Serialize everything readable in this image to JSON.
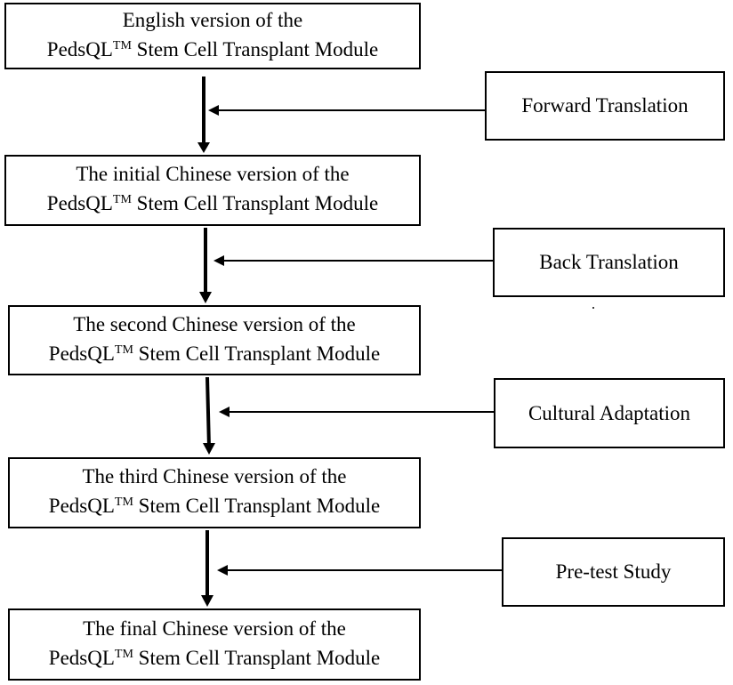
{
  "steps": [
    {
      "line1": "English version of the",
      "prefix": "PedsQL",
      "sup": "TM",
      "suffix": " Stem Cell Transplant Module"
    },
    {
      "line1": "The initial Chinese version of the",
      "prefix": "PedsQL",
      "sup": "TM",
      "suffix": " Stem Cell Transplant Module"
    },
    {
      "line1": "The second Chinese version of the",
      "prefix": "PedsQL",
      "sup": "TM",
      "suffix": " Stem Cell Transplant Module"
    },
    {
      "line1": "The third Chinese version of the",
      "prefix": "PedsQL",
      "sup": "TM",
      "suffix": " Stem Cell Transplant Module"
    },
    {
      "line1": "The final Chinese version of the",
      "prefix": "PedsQL",
      "sup": "TM",
      "suffix": " Stem Cell Transplant Module"
    }
  ],
  "processes": [
    {
      "label": "Forward Translation"
    },
    {
      "label": "Back Translation"
    },
    {
      "label": "Cultural Adaptation"
    },
    {
      "label": "Pre-test Study"
    }
  ]
}
